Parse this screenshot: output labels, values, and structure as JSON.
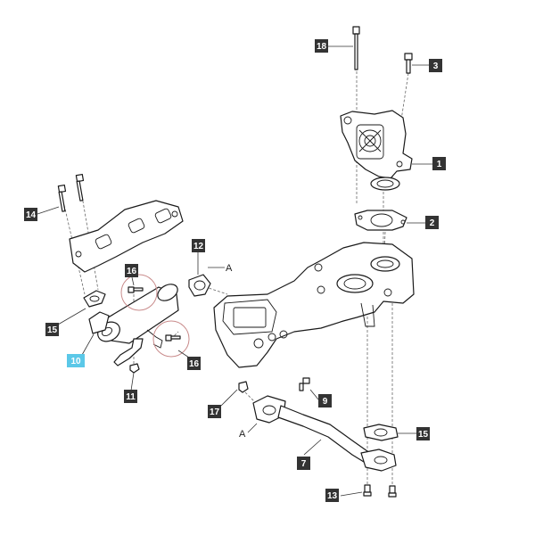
{
  "colors": {
    "callout_bg": "#333333",
    "callout_text": "#ffffff",
    "highlight_bg": "#5bc8e8",
    "highlight_ring": "#c98b8b"
  },
  "callouts": {
    "c18": "18",
    "c3": "3",
    "c1": "1",
    "c2": "2",
    "c14": "14",
    "c12": "12",
    "c16a": "16",
    "c16b": "16",
    "c15a": "15",
    "c10": "10",
    "c11": "11",
    "c9": "9",
    "c17": "17",
    "c15b": "15",
    "c7": "7",
    "c13": "13"
  },
  "refs": {
    "a1": "A",
    "a2": "A"
  }
}
